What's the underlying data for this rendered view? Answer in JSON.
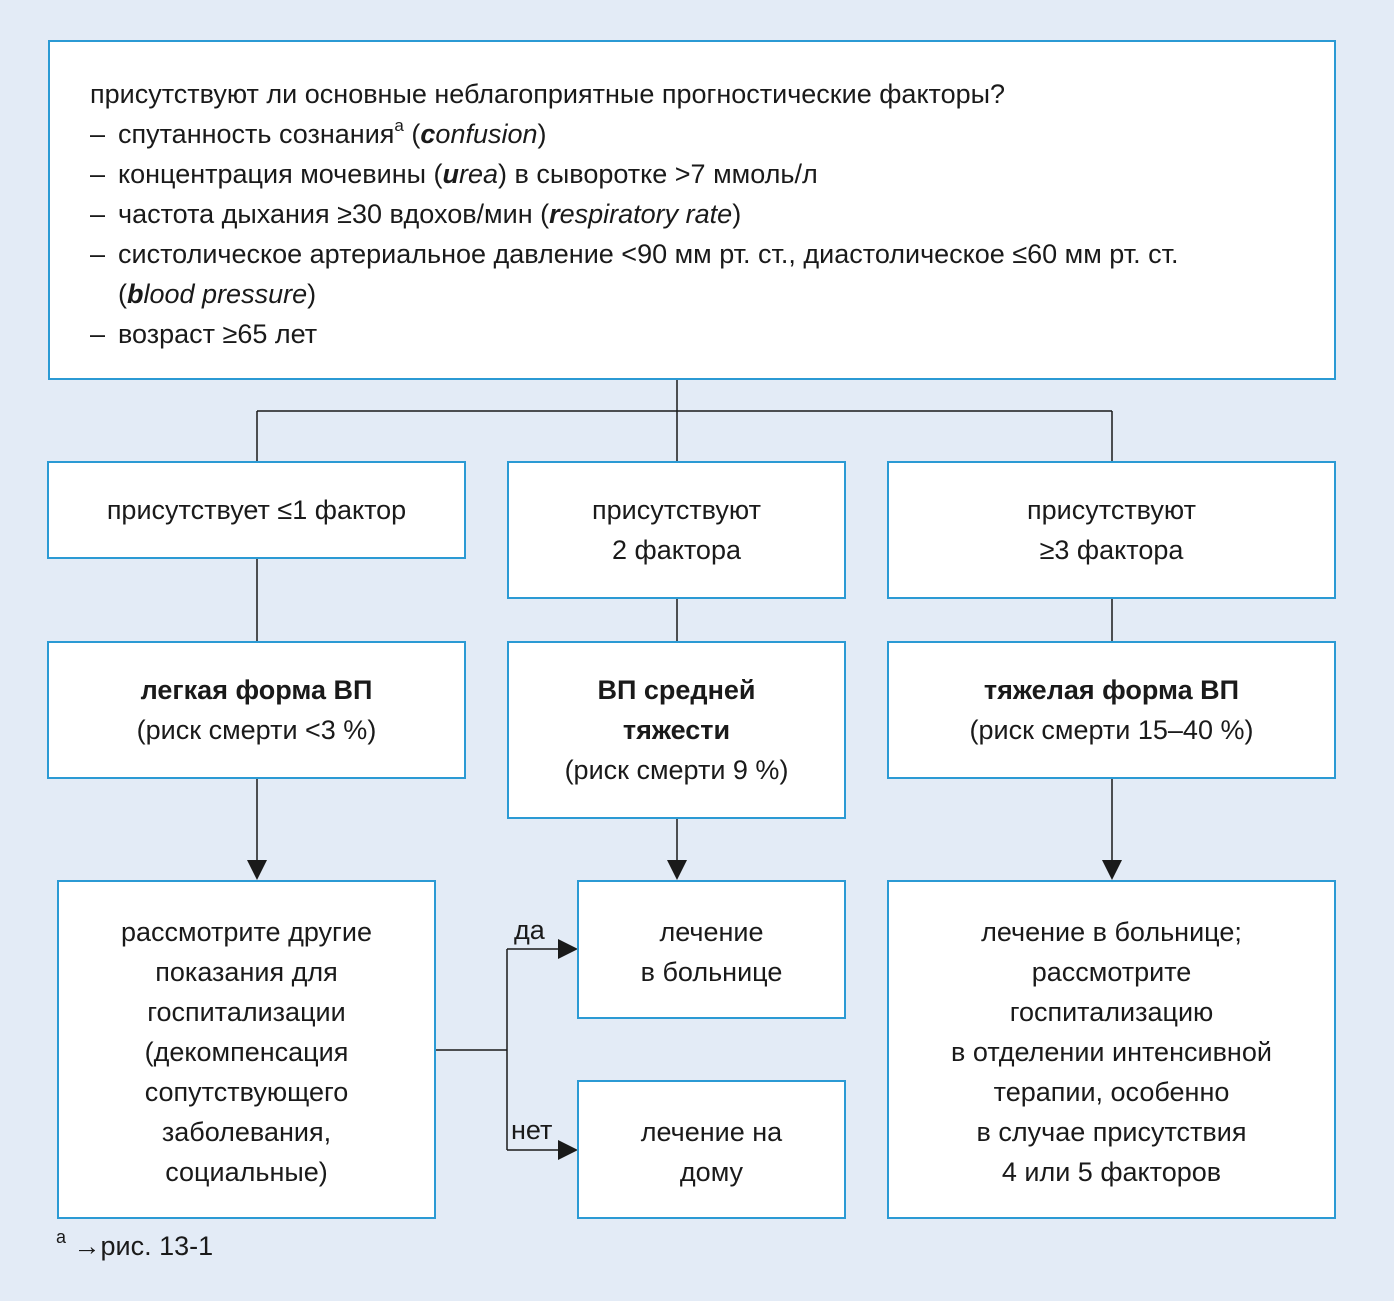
{
  "main_box": {
    "question": "присутствуют ли основные неблагоприятные прогностические факторы?",
    "items": [
      {
        "before": "спутанность сознания",
        "sup": "a",
        "open": " (",
        "em_bold": "c",
        "em": "onfusion",
        "close": ")"
      },
      {
        "before": "концентрация мочевины (",
        "em_bold": "u",
        "em": "rea",
        "close": ") в сыворотке >7 ммоль/л"
      },
      {
        "before": "частота дыхания ≥30 вдохов/мин (",
        "em_bold": "r",
        "em": "espiratory rate",
        "close": ")"
      },
      {
        "before": "систолическое артериальное давление <90 мм рт. ст., диастолическое ≤60 мм рт. ст.",
        "cont_open": "(",
        "em_bold": "b",
        "em": "lood pressure",
        "close": ")"
      },
      {
        "text": "возраст ≥65 лет"
      }
    ],
    "dash": "–"
  },
  "factor_boxes": {
    "left": [
      "присутствует ≤1 фактор"
    ],
    "middle": [
      "присутствуют",
      "2 фактора"
    ],
    "right": [
      "присутствуют",
      "≥3 фактора"
    ]
  },
  "severity_boxes": {
    "left": {
      "title": [
        "легкая форма ВП"
      ],
      "risk": "(риск смерти <3 %)"
    },
    "middle": {
      "title": [
        "ВП средней",
        "тяжести"
      ],
      "risk": "(риск смерти 9 %)"
    },
    "right": {
      "title": [
        "тяжелая форма ВП"
      ],
      "risk": "(риск смерти 15–40 %)"
    }
  },
  "outcome_boxes": {
    "consider": [
      "рассмотрите другие",
      "показания для",
      "госпитализации",
      "(декомпенсация",
      "сопутствующего",
      "заболевания,",
      "социальные)"
    ],
    "hospital": [
      "лечение",
      "в больнице"
    ],
    "home": [
      "лечение на",
      "дому"
    ],
    "intensive": [
      "лечение в больнице;",
      "рассмотрите",
      "госпитализацию",
      "в отделении интенсивной",
      "терапии, особенно",
      "в случае присутствия",
      "4 или 5 факторов"
    ]
  },
  "branch_labels": {
    "yes": "да",
    "no": "нет"
  },
  "footnote": {
    "sup": "a",
    "text": " →рис. 13-1"
  },
  "colors": {
    "background": "#e3ebf6",
    "border": "#2b9ad4",
    "line": "#1a1a1a"
  }
}
